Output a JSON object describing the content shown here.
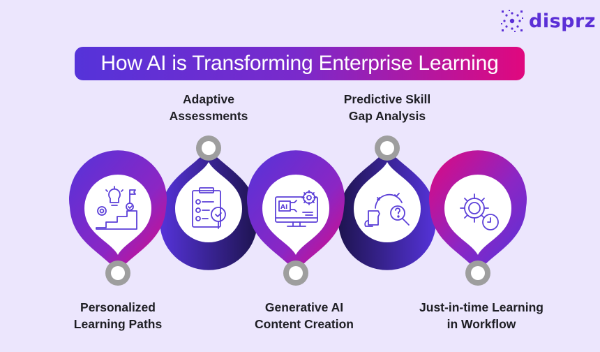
{
  "brand": {
    "name": "disprz",
    "color": "#5B2FD6"
  },
  "title": "How AI is Transforming Enterprise Learning",
  "colors": {
    "background": "#ECE6FD",
    "purple": "#5533D9",
    "magenta": "#E0087E",
    "navy": "#1E1450",
    "icon": "#5B3FD8"
  },
  "steps": [
    {
      "line1": "Personalized",
      "line2": "Learning Paths",
      "icon": "stairs-lightbulb-gear-flag-icon",
      "position": "bottom"
    },
    {
      "line1": "Adaptive",
      "line2": "Assessments",
      "icon": "clipboard-checklist-magnifier-icon",
      "position": "top"
    },
    {
      "line1": "Generative AI",
      "line2": "Content Creation",
      "icon": "ai-monitor-gear-icon",
      "position": "bottom"
    },
    {
      "line1": "Predictive Skill",
      "line2": "Gap Analysis",
      "icon": "puzzle-brain-magnifier-question-icon",
      "position": "top"
    },
    {
      "line1": "Just-in-time Learning",
      "line2": "in Workflow",
      "icon": "gear-clock-icon",
      "position": "bottom"
    }
  ]
}
